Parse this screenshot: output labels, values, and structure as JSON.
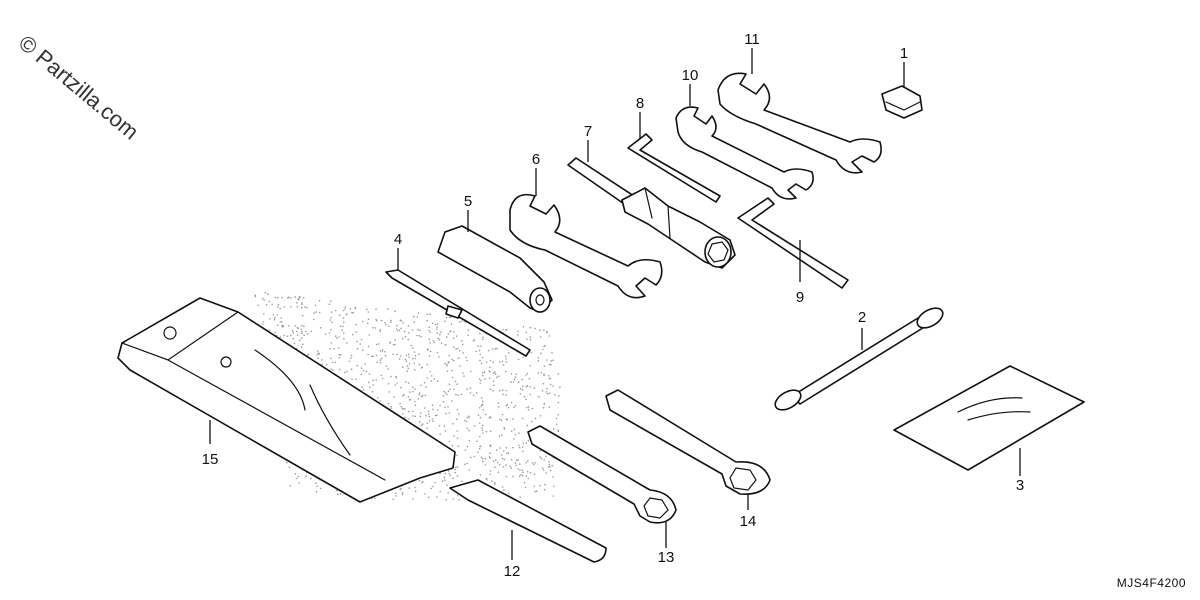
{
  "watermark": {
    "symbol": "©",
    "text": "Partzilla.com"
  },
  "diagram_code": "MJS4F4200",
  "callouts": [
    "1",
    "2",
    "3",
    "4",
    "5",
    "6",
    "7",
    "8",
    "9",
    "10",
    "11",
    "12",
    "13",
    "14",
    "15"
  ],
  "colors": {
    "line": "#111111",
    "background": "#ffffff",
    "stipple": "#9a9a9a"
  }
}
